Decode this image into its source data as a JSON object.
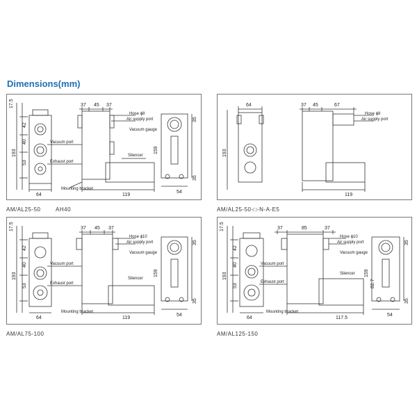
{
  "page": {
    "heading": "Dimensions(mm)"
  },
  "panels": [
    {
      "caption": "AM/AL25-50",
      "caption_extra": "AH40",
      "dims_top": [
        "37",
        "45",
        "37"
      ],
      "dims_left": [
        "17.5",
        "42",
        "40",
        "53"
      ],
      "dim_total_left": "193",
      "dim_bottom_front": "64",
      "dim_bottom_side": "119",
      "dim_side_width": "54",
      "dim_side_height": "159",
      "dim_side_small_top": "35",
      "dim_side_small_bottom": "35",
      "labels": {
        "hose": "Hose ϕ8",
        "air_supply": "Air supply port",
        "vacuum_gauge": "Vacuum gauge",
        "vacuum_port": "Vacuum port",
        "exhaust_port": "Exhaust port",
        "silencer": "Silencer",
        "mounting_bracket": "Mounting bracket"
      }
    },
    {
      "caption": "AM/AL25-50-□-N-A-E5",
      "dims_top": [
        "37",
        "45",
        "67"
      ],
      "dim_front_top": "64",
      "dim_total_left": "193",
      "dim_bottom_side": "119",
      "labels": {
        "hose": "Hose ϕ8",
        "air_supply": "Air supply port"
      }
    },
    {
      "caption": "AM/AL75-100",
      "dims_top": [
        "37",
        "45",
        "37"
      ],
      "dims_left": [
        "17.5",
        "42",
        "40",
        "53"
      ],
      "dim_total_left": "193",
      "dim_bottom_front": "64",
      "dim_bottom_side": "119",
      "dim_side_width": "54",
      "dim_side_height": "159",
      "dim_side_small_top": "35",
      "dim_side_small_bottom": "35",
      "labels": {
        "hose": "Hose ϕ10",
        "air_supply": "Air supply port",
        "vacuum_gauge": "Vacuum gauge",
        "vacuum_port": "Vacuum port",
        "exhaust_port": "Exhaust port",
        "silencer": "Silencer",
        "mounting_bracket": "Mounting bracket"
      }
    },
    {
      "caption": "AM/AL125-150",
      "dims_top": [
        "37",
        "85",
        "37"
      ],
      "dims_left": [
        "17.5",
        "42",
        "40",
        "53"
      ],
      "dim_total_left": "193",
      "dim_bottom_front": "64",
      "dim_bottom_side": "117.5",
      "dim_side_width": "54",
      "dim_side_height": "159",
      "dim_side_mid": "82.7",
      "dim_side_small_top": "35",
      "dim_side_small_bottom": "35",
      "labels": {
        "hose": "Hose ϕ10",
        "air_supply": "Air supply port",
        "vacuum_gauge": "Vacuum gauge",
        "vacuum_port": "Vacuum port",
        "exhaust_port": "Exhaust port",
        "silencer": "Silencer",
        "mounting_bracket": "Mounting bracket"
      }
    }
  ]
}
